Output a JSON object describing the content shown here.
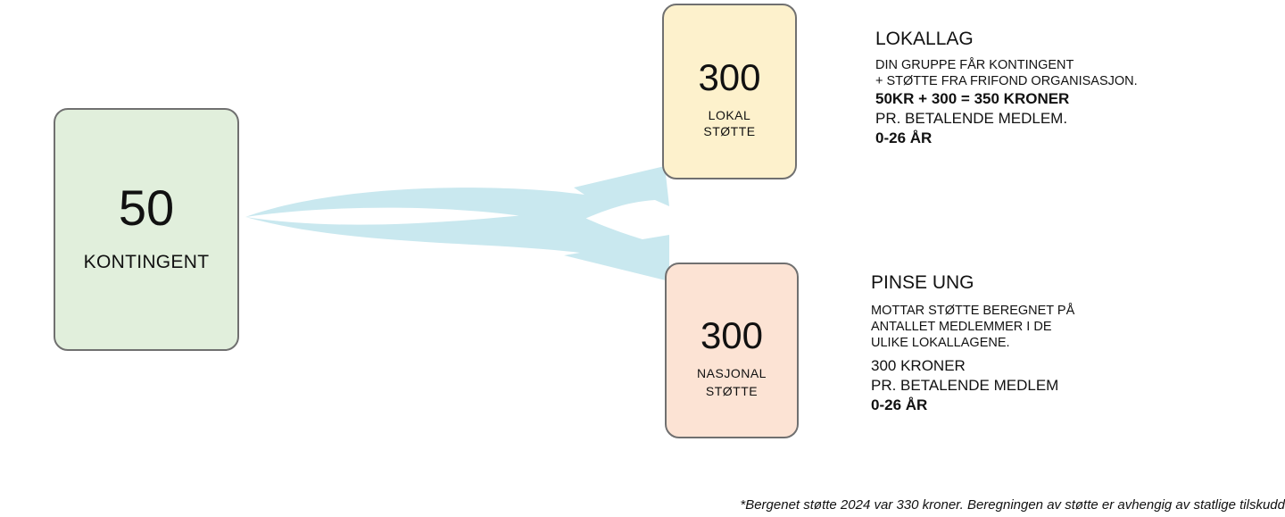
{
  "kontingent": {
    "value": "50",
    "label": "KONTINGENT"
  },
  "lokal": {
    "value": "300",
    "label_line1": "LOKAL",
    "label_line2": "STØTTE"
  },
  "nasjonal": {
    "value": "300",
    "label_line1": "NASJONAL",
    "label_line2": "STØTTE"
  },
  "lokallag": {
    "title": "LOKALLAG",
    "line1": "DIN GRUPPE FÅR KONTINGENT",
    "line2": "+ STØTTE FRA FRIFOND ORGANISASJON.",
    "line3": "50KR + 300 = 350 KRONER",
    "line4": "PR. BETALENDE MEDLEM.",
    "line5": "0-26 ÅR"
  },
  "pinse_ung": {
    "title": "PINSE UNG",
    "line1": "MOTTAR STØTTE BEREGNET PÅ",
    "line2": "ANTALLET MEDLEMMER I DE",
    "line3": "ULIKE LOKALLAGENE.",
    "line4": "300 KRONER",
    "line5": "PR. BETALENDE MEDLEM",
    "line6": "0-26 ÅR"
  },
  "footnote": "*Bergenet støtte 2024 var 330 kroner. Beregningen av støtte er avhengig av statlige tilskudd",
  "colors": {
    "arrow": "#c9e8ef",
    "box_border": "#707070",
    "kontingent_fill": "#e1efdc",
    "lokal_fill": "#fdf1cc",
    "nasjonal_fill": "#fce3d4"
  }
}
